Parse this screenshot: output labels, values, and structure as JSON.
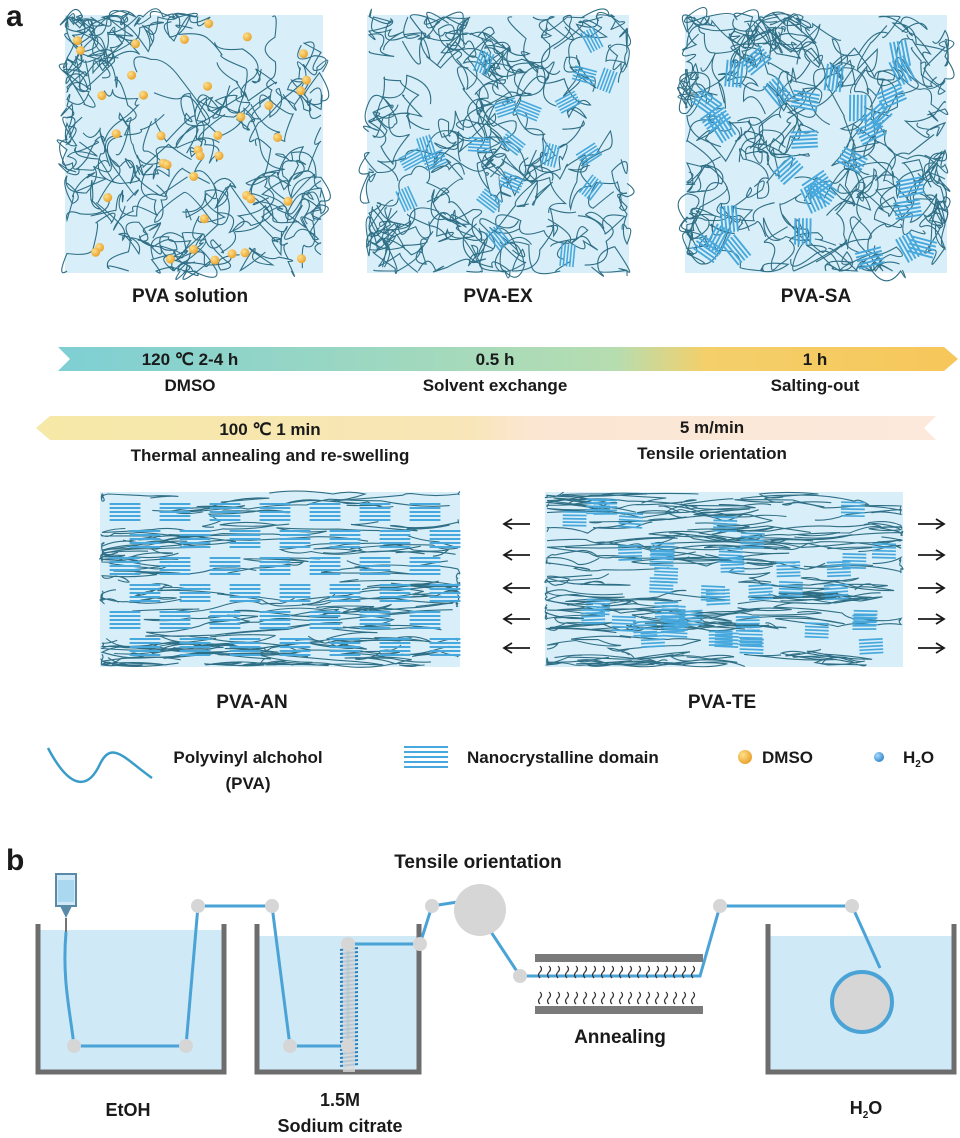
{
  "panel_a": {
    "letter": "a",
    "top_panels": [
      "PVA solution",
      "PVA-EX",
      "PVA-SA"
    ],
    "process_forward": [
      {
        "line1": "120 ℃ 2-4 h",
        "line2": "DMSO"
      },
      {
        "line1": "0.5 h",
        "line2": "Solvent exchange"
      },
      {
        "line1": "1 h",
        "line2": "Salting-out"
      }
    ],
    "process_backward": [
      {
        "line1": "100 ℃ 1 min",
        "line2": "Thermal annealing and re-swelling"
      },
      {
        "line1": "5 m/min",
        "line2": "Tensile orientation"
      }
    ],
    "bottom_panels": [
      "PVA-AN",
      "PVA-TE"
    ],
    "legend": {
      "pva_line1": "Polyvinyl alchohol",
      "pva_line2": "(PVA)",
      "nano": "Nanocrystalline domain",
      "dmso": "DMSO",
      "water_main": "H",
      "water_sub": "2",
      "water_end": "O"
    }
  },
  "panel_b": {
    "letter": "b",
    "tensile_title": "Tensile orientation",
    "annealing": "Annealing",
    "bath1": "EtOH",
    "bath2_line1": "1.5M",
    "bath2_line2": "Sodium citrate",
    "bath3_main": "H",
    "bath3_sub": "2",
    "bath3_end": "O"
  },
  "colors": {
    "panel_bg": "#d8eef8",
    "chain": "#2f6f86",
    "nano": "#46a8dc",
    "dmso": "#f2b338",
    "bath_water": "#cfe9f6",
    "fiber": "#4aa3d6"
  }
}
